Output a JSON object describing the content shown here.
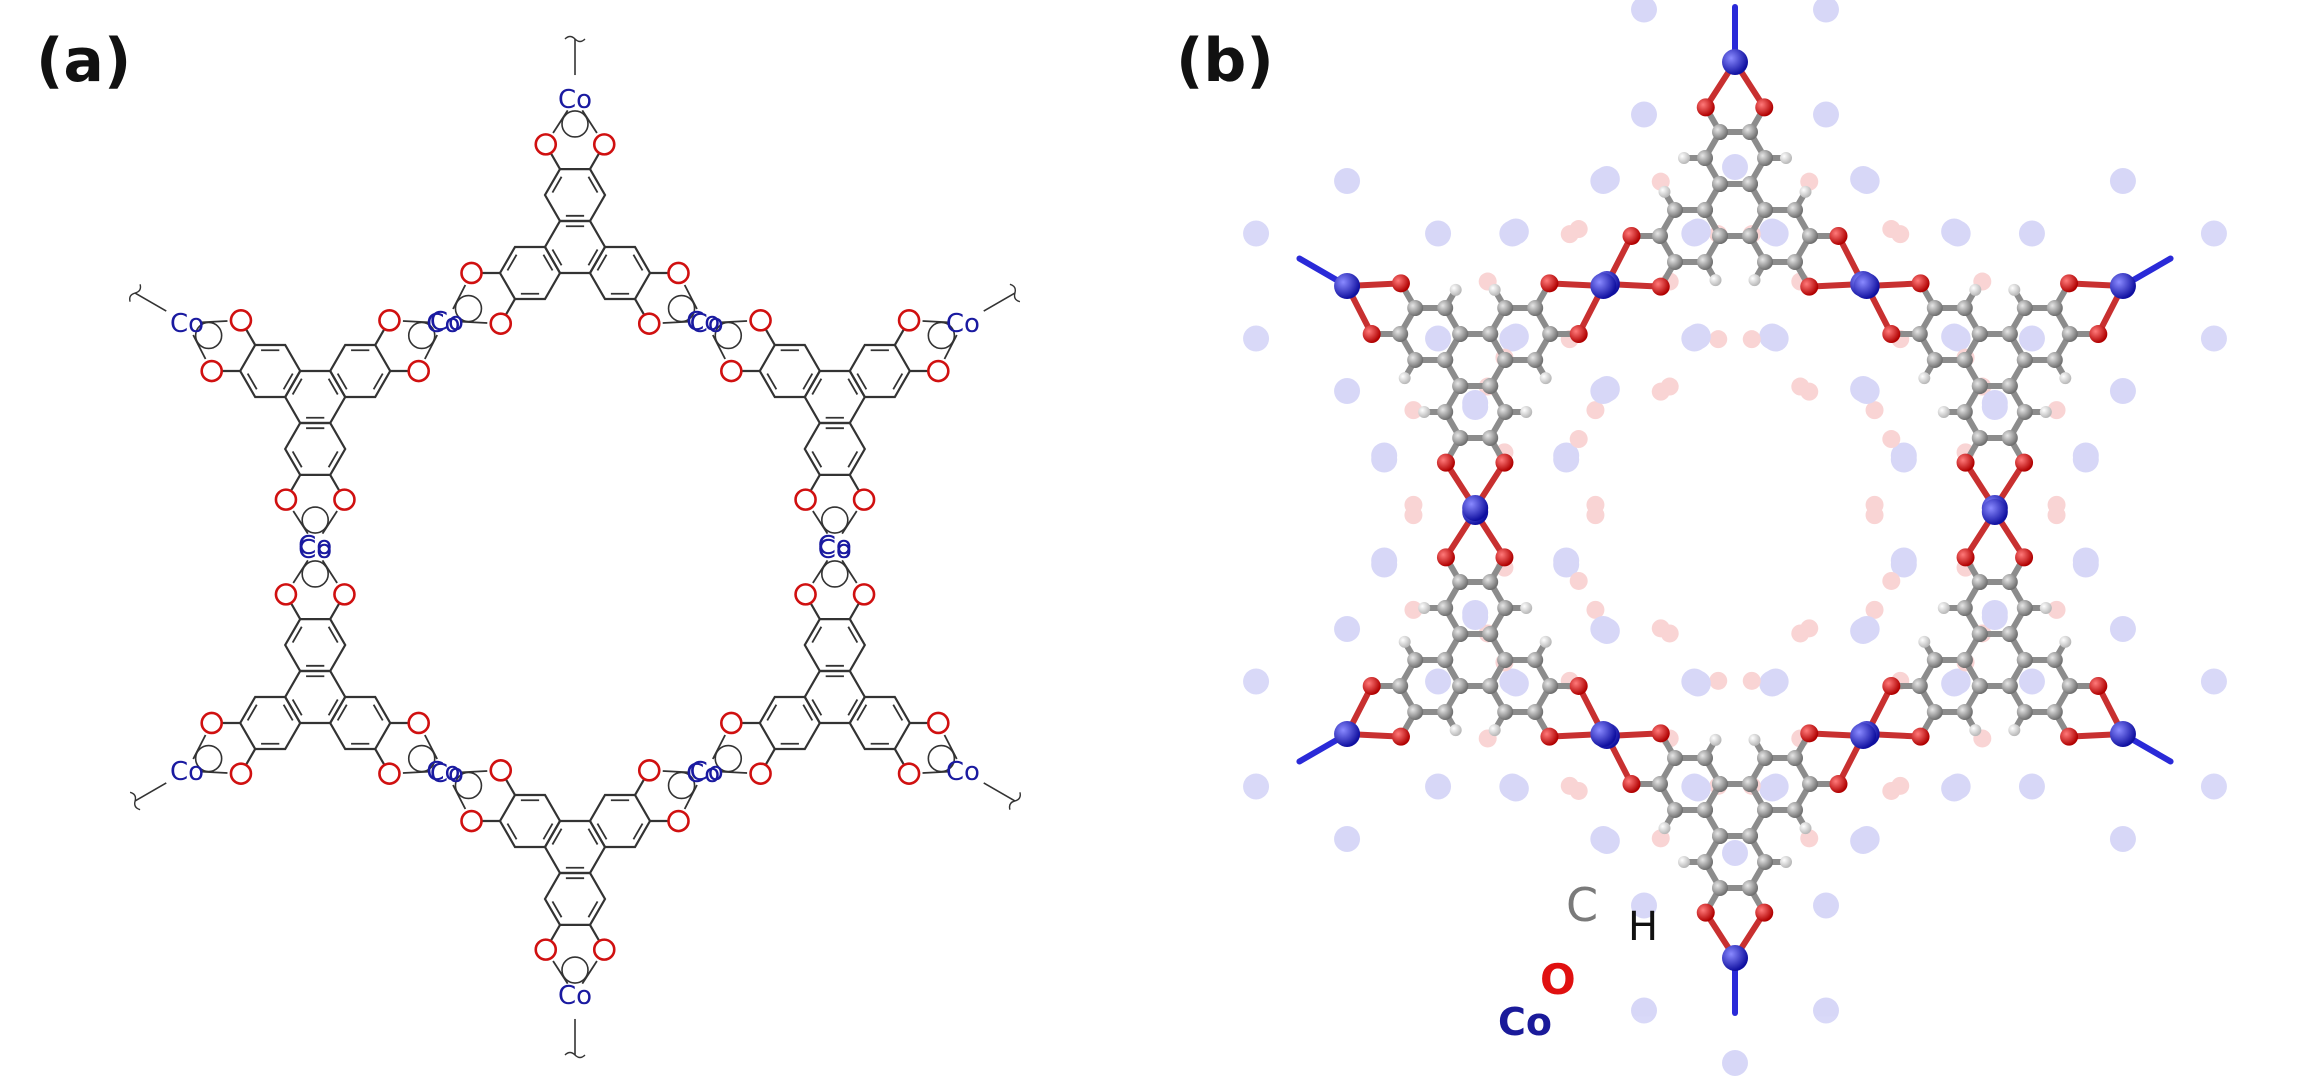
{
  "panels": {
    "a": {
      "label": "(a)"
    },
    "b": {
      "label": "(b)"
    }
  },
  "structure": {
    "metal_label": "Co",
    "oxygen_label": "O"
  },
  "legend": {
    "carbon": "C",
    "hydrogen": "H",
    "oxygen": "O",
    "cobalt": "Co"
  },
  "colors": {
    "carbon": "#9a9a9a",
    "hydrogen": "#ededed",
    "oxygen": "#e01818",
    "cobalt": "#2a2ad8",
    "bond_line": "#333333",
    "oxygen_text": "#d01010",
    "cobalt_text": "#1a1aa0"
  }
}
